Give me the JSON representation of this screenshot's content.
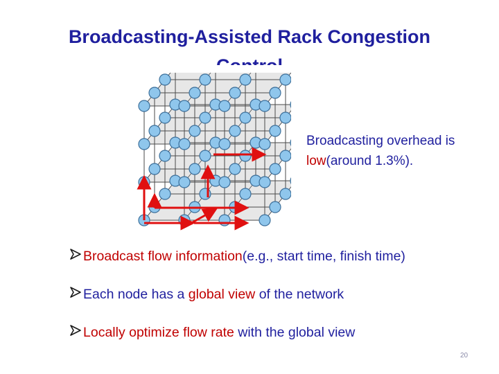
{
  "slide": {
    "title": "Broadcasting-Assisted Rack Congestion Control",
    "callout": {
      "prefix": "Broadcasting  overhead is ",
      "highlight": "low",
      "suffix": "(around 1.3%)."
    },
    "bullets": [
      {
        "marker": "arrow-bullet-icon",
        "highlight": "Broadcast flow information",
        "text": "(e.g., start time, finish time)"
      },
      {
        "marker": "arrow-bullet-icon",
        "before": "Each node has a ",
        "highlight": "global view",
        "after": " of the network"
      },
      {
        "marker": "arrow-bullet-icon",
        "highlight": "Locally optimize flow rate",
        "after": " with the global view"
      }
    ],
    "page_number": "20"
  },
  "colors": {
    "title": "#1f1f9e",
    "text": "#1f1f9e",
    "highlight": "#c00000",
    "node_fill": "#8fc6ec",
    "node_stroke": "#3c6f9a",
    "arrow": "#e01010",
    "layer_fill": "#d3d3d3"
  }
}
